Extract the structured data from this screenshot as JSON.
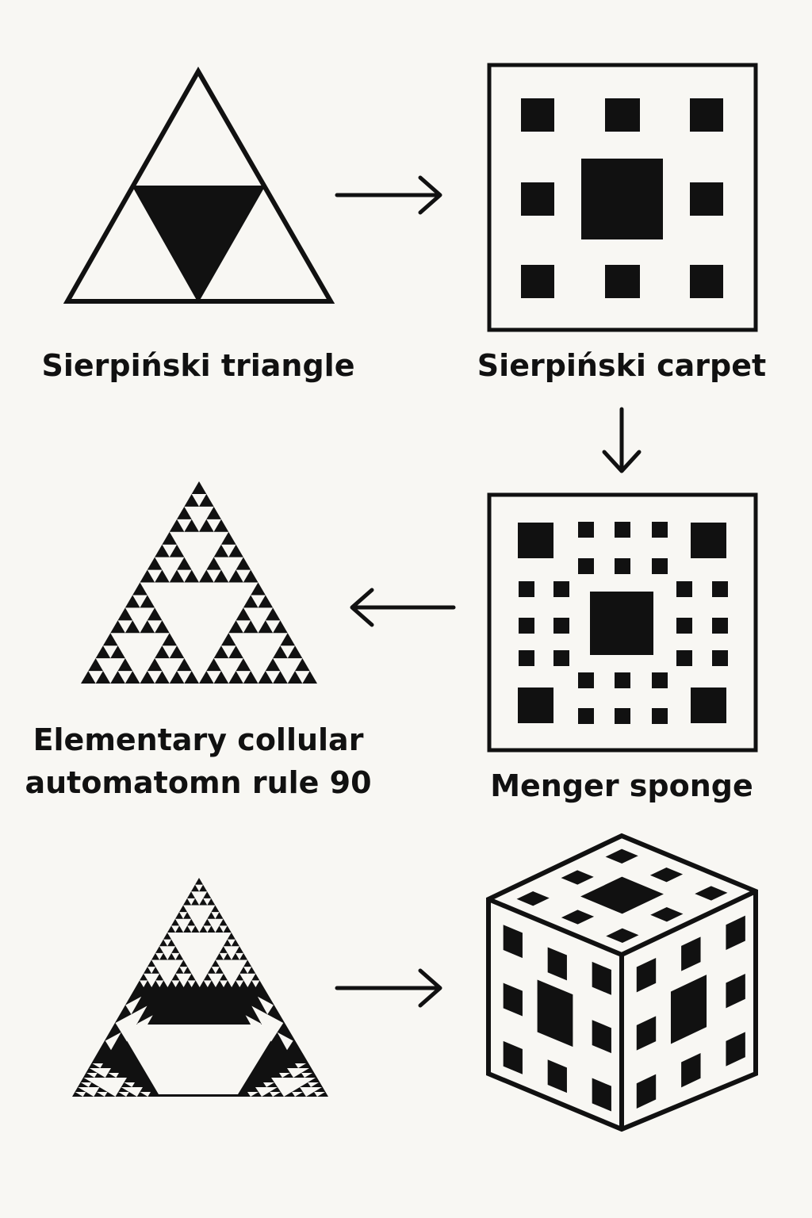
{
  "labels": {
    "sierpinski_triangle": "Sierpiński triangle",
    "sierpinski_carpet": "Sierpiński carpet",
    "elementary_ca_line1": "Elementary collular",
    "elementary_ca_line2": "automatomn rule 90",
    "menger_sponge": "Menger sponge"
  },
  "colors": {
    "background": "#f8f7f3",
    "ink": "#111111"
  },
  "flow": [
    {
      "from": "sierpinski_triangle",
      "to": "sierpinski_carpet",
      "direction": "right"
    },
    {
      "from": "sierpinski_carpet",
      "to": "menger_sponge",
      "direction": "down"
    },
    {
      "from": "menger_sponge",
      "to": "elementary_ca",
      "direction": "left"
    },
    {
      "from": "rule90_triangle",
      "to": "menger_cube",
      "direction": "right"
    }
  ]
}
